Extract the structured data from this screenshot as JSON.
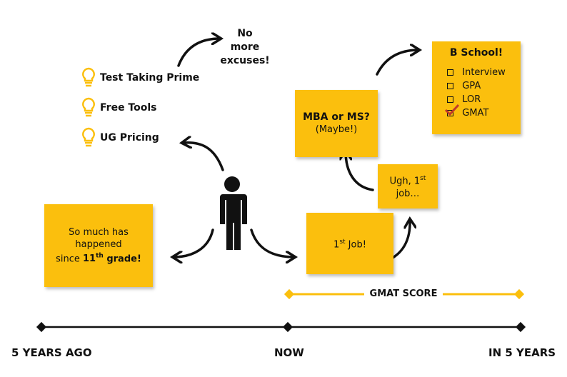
{
  "ideas": [
    {
      "label": "Test Taking Prime",
      "icon": "lightbulb-icon"
    },
    {
      "label": "Free Tools",
      "icon": "lightbulb-icon"
    },
    {
      "label": "UG Pricing",
      "icon": "lightbulb-icon"
    }
  ],
  "no_excuses": {
    "line1": "No",
    "line2": "more",
    "line3": "excuses!"
  },
  "past_box": {
    "line1": "So much has",
    "line2": "happened",
    "line3_prefix": "since ",
    "line3_bold": "11",
    "line3_sup": "th",
    "line3_suffix": " grade!"
  },
  "first_job": {
    "prefix": "1",
    "sup": "st",
    "suffix": " Job!"
  },
  "ugh_box": {
    "line1_prefix": "Ugh, 1",
    "line1_sup": "st",
    "line2": "job…"
  },
  "mba_box": {
    "title": "MBA or MS?",
    "subtitle": "(Maybe!)"
  },
  "bschool": {
    "title": "B School!",
    "items": [
      {
        "label": "Interview",
        "checked": false
      },
      {
        "label": "GPA",
        "checked": false
      },
      {
        "label": "LOR",
        "checked": false
      },
      {
        "label": "GMAT",
        "checked": true
      }
    ]
  },
  "gmat_bar": {
    "label": "GMAT SCORE"
  },
  "timeline": {
    "left": "5 YEARS AGO",
    "middle": "NOW",
    "right": "IN 5 YEARS"
  },
  "colors": {
    "accent": "#fbbf0d",
    "check": "#c0392b",
    "line": "#111111"
  }
}
